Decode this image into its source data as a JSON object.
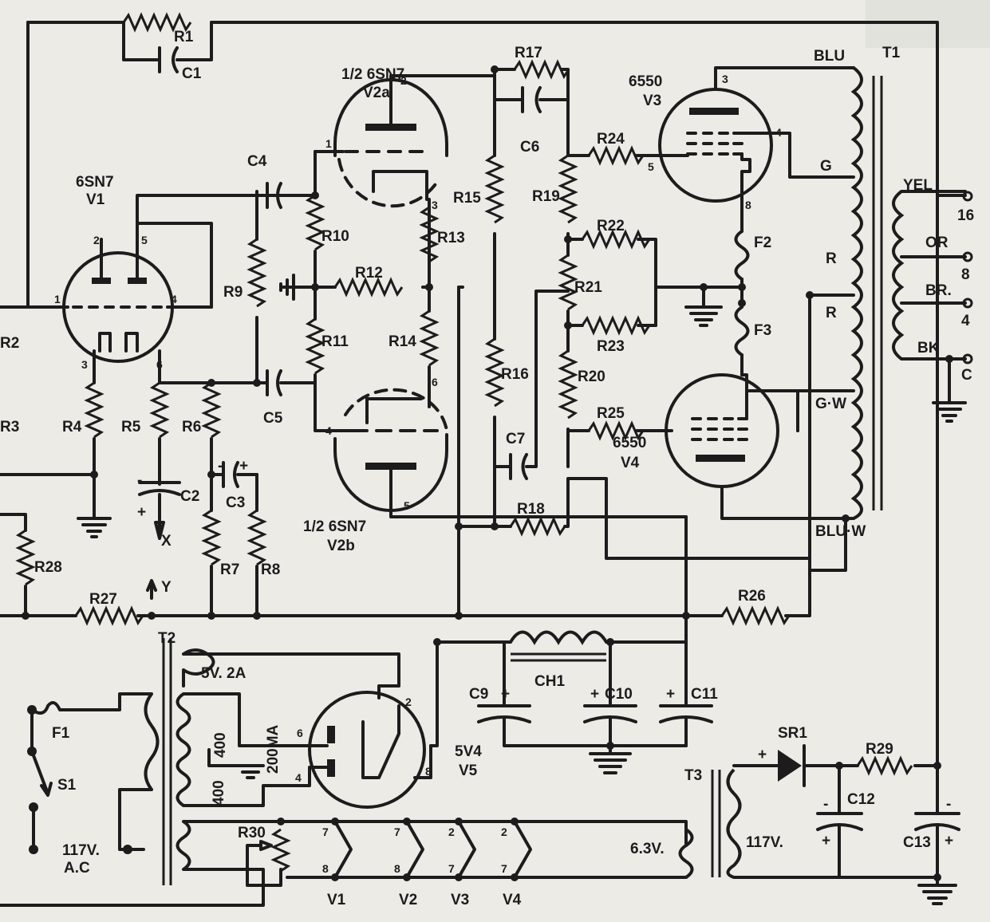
{
  "tubes": {
    "v1": {
      "type": "6SN7",
      "ref": "V1",
      "pins": [
        "2",
        "5",
        "1",
        "4",
        "3",
        "6"
      ]
    },
    "v2a": {
      "type": "1/2 6SN7",
      "ref": "V2a",
      "pins": [
        "2",
        "1",
        "3"
      ]
    },
    "v2b": {
      "type": "1/2 6SN7",
      "ref": "V2b",
      "pins": [
        "6",
        "4",
        "5"
      ]
    },
    "v3": {
      "type": "6550",
      "ref": "V3",
      "pins": [
        "3",
        "4",
        "5",
        "8"
      ]
    },
    "v4": {
      "type": "6550",
      "ref": "V4"
    },
    "v5": {
      "type": "5V4",
      "ref": "V5",
      "pins": [
        "2",
        "6",
        "4",
        "8"
      ]
    }
  },
  "resistors": [
    "R1",
    "R2",
    "R3",
    "R4",
    "R5",
    "R6",
    "R7",
    "R8",
    "R9",
    "R10",
    "R11",
    "R12",
    "R13",
    "R14",
    "R15",
    "R16",
    "R17",
    "R18",
    "R19",
    "R20",
    "R21",
    "R22",
    "R23",
    "R24",
    "R25",
    "R26",
    "R27",
    "R28",
    "R29",
    "R30"
  ],
  "capacitors": [
    "C1",
    "C2",
    "C3",
    "C4",
    "C5",
    "C6",
    "C7",
    "C9",
    "C10",
    "C11",
    "C12",
    "C13"
  ],
  "output_transformer": {
    "ref": "T1",
    "taps": {
      "blu": "BLU",
      "yel": "YEL",
      "or": "OR",
      "br": "BR.",
      "bk": "BK",
      "r1": "R",
      "r2": "R",
      "gw": "G·W",
      "g": "G",
      "bluw": "BLU·W"
    },
    "terminals": [
      "16",
      "8",
      "4",
      "C"
    ]
  },
  "power_transformer": {
    "ref": "T2",
    "filament": "5V. 2A",
    "hv_left": "400",
    "hv_right": "400",
    "current": "200MA"
  },
  "bias_transformer": {
    "ref": "T3",
    "primary": "117V.",
    "secondary": "6.3V."
  },
  "misc": {
    "fuse1": "F1",
    "fuse2": "F2",
    "fuse3": "F3",
    "switch": "S1",
    "mains_line1": "117V.",
    "mains_line2": "A.C",
    "choke": "CH1",
    "rectifier": "SR1",
    "node_x": "X",
    "node_y": "Y",
    "plus": "+",
    "minus": "-"
  },
  "heaters": {
    "labels": [
      "V1",
      "V2",
      "V3",
      "V4"
    ],
    "pins_top": [
      "7",
      "7",
      "2",
      "2"
    ],
    "pins_bottom": [
      "8",
      "8",
      "7",
      "7"
    ]
  }
}
